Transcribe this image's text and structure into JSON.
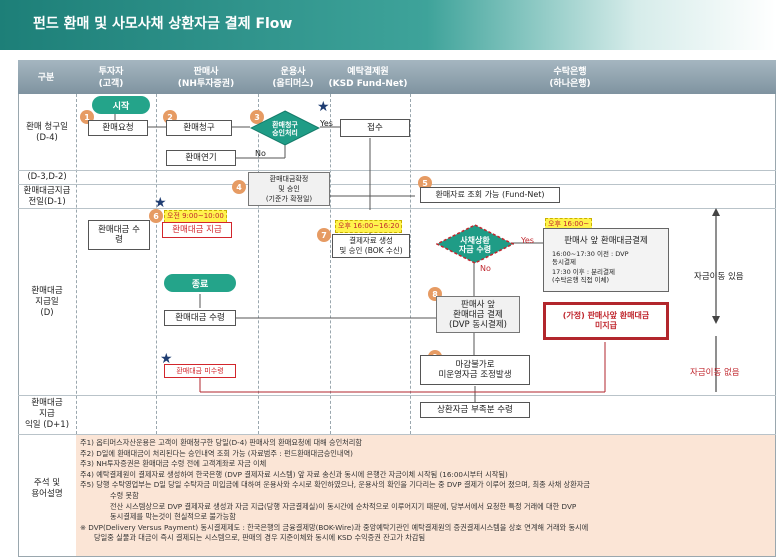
{
  "title": "펀드 환매 및 사모사채 상환자금 결제 Flow",
  "columns": [
    "구분",
    "투자자\n(고객)",
    "판매사\n(NH투자증권)",
    "운용사\n(옵티머스)",
    "예탁결제원\n(KSD Fund-Net)",
    "수탁은행\n(하나은행)"
  ],
  "rows": [
    "환매 청구일\n(D-4)",
    "(D-3,D-2)",
    "환매대금지급\n전일(D-1)",
    "환매대금\n지급일\n(D)",
    "환매대금\n지급\n익일 (D+1)",
    "주석 및\n용어설명"
  ],
  "steps": {
    "start": "시작",
    "end": "종료",
    "redemption_request": "환매요청",
    "redemption_claim": "환매청구",
    "approval": "환매청구\n승인처리",
    "receipt": "접수",
    "redemption_postpone": "환매연기",
    "yes": "Yes",
    "no": "No",
    "confirm": "환매대금확정\n및 승인\n(기준가 확정일)",
    "lookup": "환매자료 조회 가능 (Fund-Net)",
    "customer_receive": "환매대금 수\n령",
    "customer_pay": "환매대금 지급",
    "settlement_gen": "결제자료 생성\n및 승인 (BOK 수신)",
    "private_bond": "사채상환\n자금 수령",
    "bank_settle_title": "판매사 앞 환매대금결제",
    "bank_settle_1": "16:00~17:30 이전 : DVP\n동시결제",
    "bank_settle_2": "17:30 이후 : 분리결제\n(수탁은행 직접 이체)",
    "dvp_settle": "판매사 앞\n환매대금 결제\n(DVP 동시결제)",
    "provisional_unpaid": "(가정) 판매사앞 환매대금\n미지급",
    "sales_receive": "환매대금 수령",
    "unreceived": "환매대금 미수령",
    "cutoff": "마감불가로\n미운영자금 조정발생",
    "bond_receive": "상환자금 부족분 수령",
    "funds_yes": "자금이동 있음",
    "funds_no": "자금이동 없음",
    "time_am": "오전 9:00~10:00",
    "time_ksd": "오후 16:00~16:20",
    "time_bank": "오후 16:00~"
  },
  "notes": [
    "주1) 옵티머스자산운용은 고객이 환매청구한 당일(D-4) 판매사의 환매요청에 대해 승인처리함",
    "주2) D일에 환매대금이 처리된다는 승인내역 조회 가능 (자료범주 : 펀드환매대금승인내역)",
    "주3) NH투자증권은 환매대금 수령 전에 고객계좌로 자금 이체",
    "주4) 예탁결제원이 결제자료 생성하여 한국은행 (DVP 결제자료 시스템) 앞 자료 송신과 동시에 은행간 자금이체 시작됨 (16:00시부터 시작됨)",
    "주5) 당행 수탁영업부는 D일 당일 수탁자금 미입금에 대하여  운용사와 수시로 확인하였으나, 운용사의 확인을 기다리는 중 DVP 결제가 이루어 졌으며, 최종 사채 상환자금",
    "수령 못함",
    "전산 시스템상으로 DVP 결제자료 생성과 자금 지급(당행 자금결제실)이 동시간에 순차적으로 이루어지기 때문에, 당부서에서 요청한 특정 거래에 대한 DVP",
    "동시결제를 막는것이 현실적으로 불가능함",
    "※ DVP(Delivery Versus Payment) 동시결제제도 : 한국은행의 금융결제망(BOK-Wire)과 중앙예탁기관인 예탁결제원의 증권결제시스템을 상호 연계해 거래와 동시에",
    "당일중 실물과 대금이 즉시 결제되는 시스템으로, 판매의 경우 지준이체와 동시에 KSD 수익증권 잔고가 차감됨"
  ],
  "colors": {
    "header": "#1d7f78",
    "accent_red": "#c0282f",
    "node_green": "#24a48a",
    "step_orange": "#e69b63",
    "note_bg": "#fbe5d6"
  }
}
